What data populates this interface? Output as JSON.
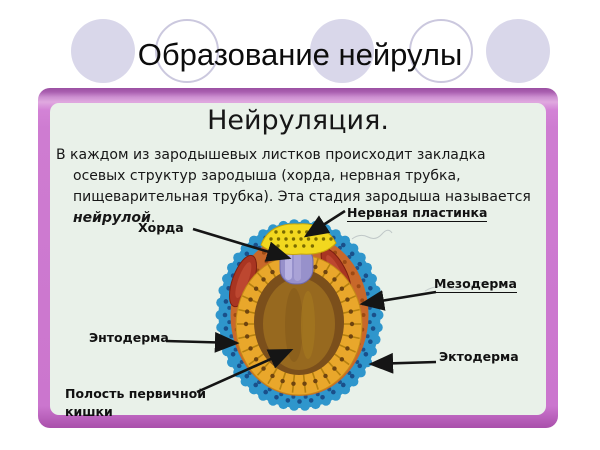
{
  "slide": {
    "title": "Образование нейрулы",
    "heading": "Нейруляция.",
    "body": {
      "line1": "В каждом из зародышевых листков происходит закладка",
      "line2": "осевых структур зародыша (хорда, нервная трубка,",
      "line3": "пищеварительная трубка). Эта стадия зародыша называется",
      "line4_emphasis": "нейрулой",
      "line4_rest": "."
    },
    "labels": {
      "chorda": "Хорда",
      "neural_plate": "Нервная пластинка",
      "mesoderm": "Мезодерма",
      "ectoderm": "Эктодерма",
      "endoderm": "Энтодерма",
      "gut_cavity_line1": "Полость первичной",
      "gut_cavity_line2": "кишки"
    },
    "colors": {
      "border_pink": "#ce7ed2",
      "border_top_dark": "#9a4fa2",
      "panel_bg": "#e9f1e9",
      "title_circle_fill": "#d9d7ea",
      "title_circle_outline": "#cbc8de",
      "ectoderm_blue": "#2f96cc",
      "ectoderm_dot": "#1a4f8a",
      "mesoderm_orange": "#c8682a",
      "mesoderm_dot": "#9c4a15",
      "somite_red": "#a93522",
      "neural_plate_yellow": "#f2d81f",
      "neural_plate_dot": "#7a6b00",
      "notochord_purple": "#9791cb",
      "endoderm_yellow": "#e9a72b",
      "endoderm_wall": "#b5800f",
      "endoderm_dot": "#6e4410",
      "cavity_brown": "#7b4f1b",
      "arrow_black": "#151515"
    }
  }
}
